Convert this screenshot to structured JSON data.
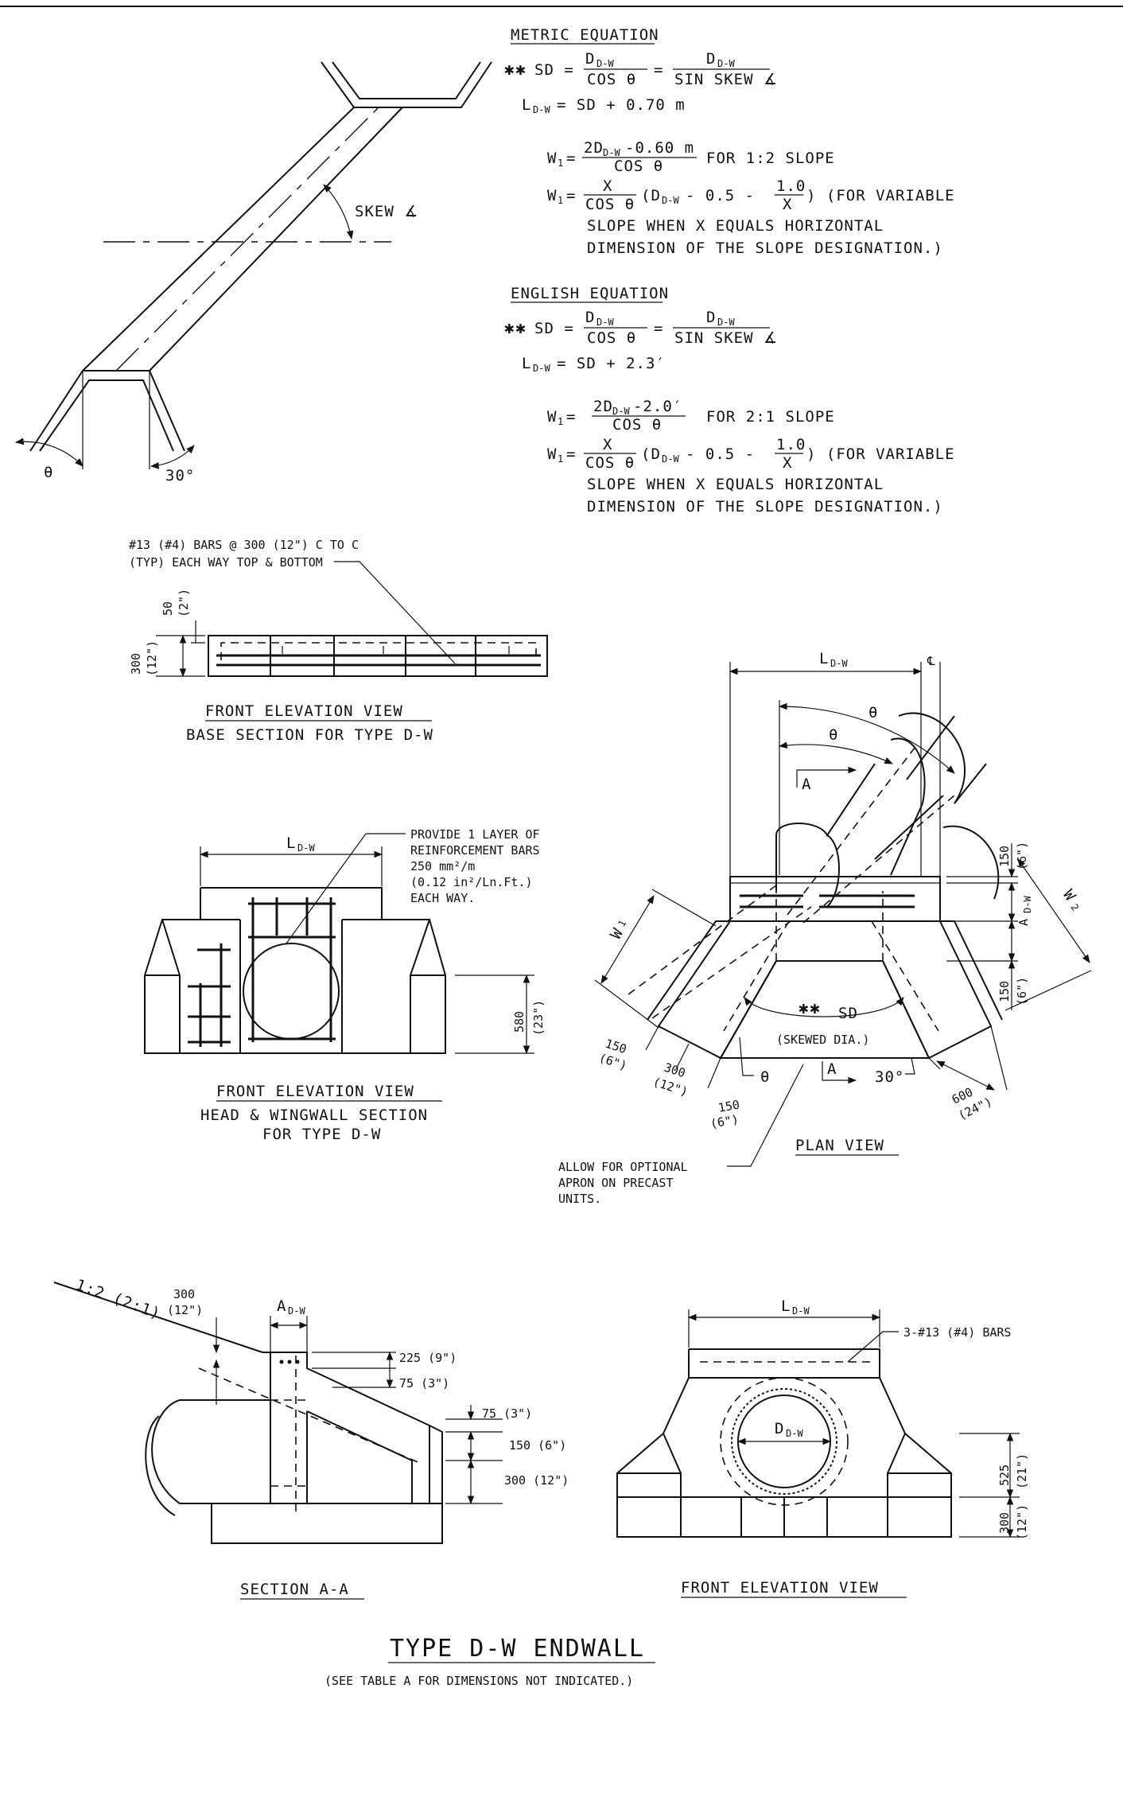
{
  "metric": {
    "heading": "METRIC EQUATION",
    "stars": "✱✱",
    "sd_lhs": "SD =",
    "frac1_num": "D",
    "frac1_num_sub": "D-W",
    "frac1_den": "COS θ",
    "eq": "=",
    "frac2_num": "D",
    "frac2_num_sub": "D-W",
    "frac2_den": "SIN SKEW ∡",
    "l_lhs": "L",
    "l_sub": "D-W",
    "l_rhs": "= SD + 0.70 m",
    "w1_lhs": "W",
    "w1_sub": "1",
    "w1_a_num": "2D",
    "w1_a_num_sub": "D-W",
    "w1_a_num_tail": "-0.60 m",
    "w1_a_den": "COS θ",
    "w1_a_note": "FOR 1:2 SLOPE",
    "w1_b_num": "X",
    "w1_b_den": "COS θ",
    "w1_b_mid": "(D",
    "w1_b_mid_sub": "D-W",
    "w1_b_mid_tail": "- 0.5 -",
    "w1_b_frac_num": "1.0",
    "w1_b_frac_den": "X",
    "w1_b_note": ") (FOR VARIABLE",
    "w1_b_line2": "SLOPE WHEN X EQUALS HORIZONTAL",
    "w1_b_line3": "DIMENSION OF THE SLOPE DESIGNATION.)"
  },
  "english": {
    "heading": "ENGLISH EQUATION",
    "stars": "✱✱",
    "sd_lhs": "SD =",
    "frac1_num": "D",
    "frac1_num_sub": "D-W",
    "frac1_den": "COS θ",
    "eq": "=",
    "frac2_num": "D",
    "frac2_num_sub": "D-W",
    "frac2_den": "SIN SKEW ∡",
    "l_lhs": "L",
    "l_sub": "D-W",
    "l_rhs": "= SD + 2.3′",
    "w1_lhs": "W",
    "w1_sub": "1",
    "w1_a_num": "2D",
    "w1_a_num_sub": "D-W",
    "w1_a_num_tail": "-2.0′",
    "w1_a_den": "COS θ",
    "w1_a_note": "FOR 2:1 SLOPE",
    "w1_b_num": "X",
    "w1_b_den": "COS θ",
    "w1_b_mid": "(D",
    "w1_b_mid_sub": "D-W",
    "w1_b_mid_tail": "- 0.5 -",
    "w1_b_frac_num": "1.0",
    "w1_b_frac_den": "X",
    "w1_b_note": ") (FOR VARIABLE",
    "w1_b_line2": "SLOPE WHEN X EQUALS HORIZONTAL",
    "w1_b_line3": "DIMENSION OF THE SLOPE DESIGNATION.)"
  },
  "skew_diagram": {
    "skew_label": "SKEW ∡",
    "theta_label": "θ",
    "angle_label": "30°"
  },
  "base_section": {
    "note_line1": "#13 (#4) BARS @ 300 (12\") C TO C",
    "note_line2": "(TYP) EACH WAY TOP & BOTTOM",
    "dim_cover_metric": "50",
    "dim_cover_english": "(2\")",
    "dim_thick_metric": "300",
    "dim_thick_english": "(12\")",
    "title": "FRONT ELEVATION VIEW",
    "subtitle": "BASE SECTION FOR TYPE D-W"
  },
  "head_section": {
    "l_label": "L",
    "l_sub": "D-W",
    "note_line1": "PROVIDE 1 LAYER OF",
    "note_line2": "REINFORCEMENT BARS",
    "note_line3": "250 mm²/m",
    "note_line4": "(0.12 in²/Ln.Ft.)",
    "note_line5": "EACH WAY.",
    "dim_metric": "580",
    "dim_english": "(23\")",
    "title": "FRONT ELEVATION VIEW",
    "subtitle_line1": "HEAD & WINGWALL SECTION",
    "subtitle_line2": "FOR TYPE D-W"
  },
  "plan_view": {
    "l_label": "L",
    "l_sub": "D-W",
    "cl_symbol": "℄",
    "theta_outer": "θ",
    "theta_inner": "θ",
    "section_top": "A",
    "section_bottom": "A",
    "dim_150_top_m": "150",
    "dim_150_top_e": "(6\")",
    "a_label": "A",
    "a_sub": "D-W",
    "w2_label": "W",
    "w2_sub": "2",
    "dim_150_right_m": "150",
    "dim_150_right_e": "(6\")",
    "w1_label": "W",
    "w1_sub": "1",
    "sd_stars": "✱✱",
    "sd_label": "SD",
    "skewed_dia": "(SKEWED DIA.)",
    "theta_bottom": "θ",
    "angle_30": "30°",
    "dim_150_left_m": "150",
    "dim_150_left_e": "(6\")",
    "dim_300_m": "300",
    "dim_300_e": "(12\")",
    "dim_150_bot_m": "150",
    "dim_150_bot_e": "(6\")",
    "dim_600_m": "600",
    "dim_600_e": "(24\")",
    "apron_note_line1": "ALLOW FOR OPTIONAL",
    "apron_note_line2": "APRON ON PRECAST",
    "apron_note_line3": "UNITS.",
    "title": "PLAN VIEW"
  },
  "section_aa": {
    "slope_label": "1:2 (2:1)",
    "dim_300_m": "300",
    "dim_300_e": "(12\")",
    "a_label": "A",
    "a_sub": "D-W",
    "dim_225": "225 (9\")",
    "dim_75a": "75 (3\")",
    "dim_75b": "75 (3\")",
    "dim_150": "150 (6\")",
    "dim_300": "300 (12\")",
    "title": "SECTION A-A"
  },
  "front_view": {
    "l_label": "L",
    "l_sub": "D-W",
    "bars_note": "3-#13 (#4) BARS",
    "d_label": "D",
    "d_sub": "D-W",
    "dim_525_m": "525",
    "dim_525_e": "(21\")",
    "dim_300_m": "300",
    "dim_300_e": "(12\")",
    "title": "FRONT ELEVATION VIEW"
  },
  "main_title": "TYPE D-W ENDWALL",
  "main_note": "(SEE TABLE A FOR DIMENSIONS NOT INDICATED.)"
}
